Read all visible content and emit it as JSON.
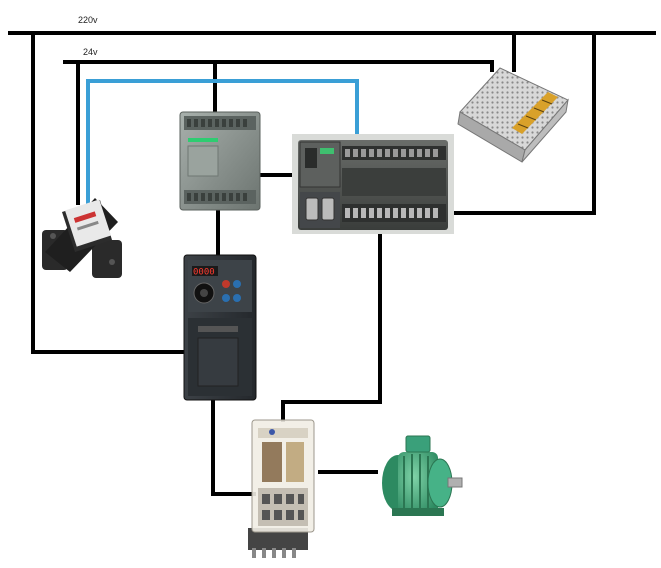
{
  "labels": {
    "rail_220": "220v",
    "rail_24": "24v"
  },
  "devices": {
    "vfd_display": "0000"
  },
  "colors": {
    "wire": "#000000",
    "signal_wire": "#3a9fd6",
    "plc_body": "#4a4d4b",
    "expansion_body": "#8c9590",
    "vfd_body": "#2f3438",
    "motor_body": "#3aa07a",
    "psu_body": "#c8c8c8",
    "relay_body": "#e8e4dc"
  },
  "icons": [
    "flow-sensor-icon",
    "plc-expansion-module-icon",
    "plc-cpu-icon",
    "power-supply-icon",
    "vfd-icon",
    "relay-icon",
    "motor-icon"
  ]
}
